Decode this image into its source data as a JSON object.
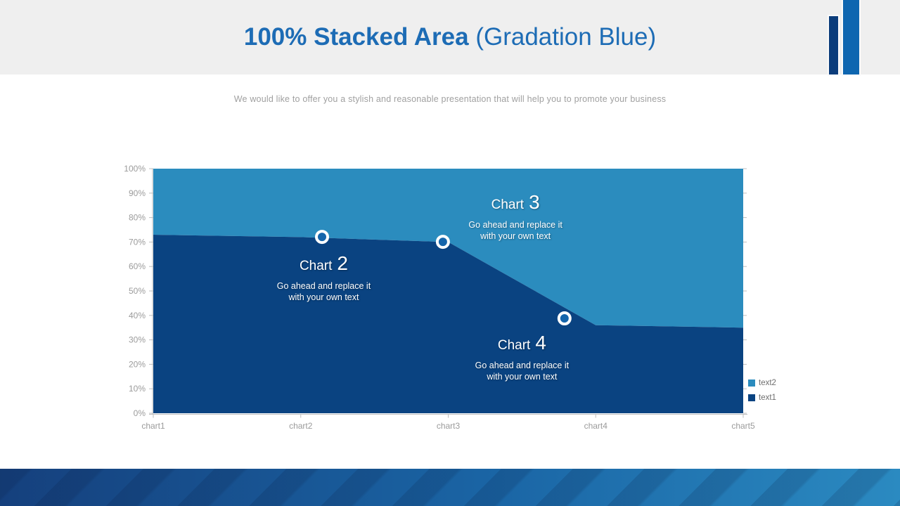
{
  "slide": {
    "title_bold": "100% Stacked Area",
    "title_light": " (Gradation Blue)",
    "subtitle": "We would like to offer you a stylish and reasonable presentation that will help you to promote your business"
  },
  "colors": {
    "title_blue": "#1d6cb5",
    "header_bg": "#efefef",
    "series_text1": "#0a4381",
    "series_text2": "#2b8cbe",
    "marker_fill": "#1565ab",
    "marker_ring": "#ffffff",
    "axis_line": "#bdbdbd",
    "axis_text": "#9b9b9b",
    "legend_text": "#6e6e6e",
    "banner_left": "#15407d",
    "banner_right": "#2b8ac1",
    "deco_bar_dark": "#0c3d7b",
    "deco_bar_blue": "#0e66b0"
  },
  "chart_data": {
    "type": "area",
    "stacked_100": true,
    "title": "",
    "xlabel": "",
    "ylabel": "",
    "categories": [
      "chart1",
      "chart2",
      "chart3",
      "chart4",
      "chart5"
    ],
    "series": [
      {
        "name": "text1",
        "color": "#0a4381",
        "values": [
          73,
          72,
          70,
          36,
          35
        ]
      },
      {
        "name": "text2",
        "color": "#2b8cbe",
        "values": [
          27,
          28,
          30,
          64,
          65
        ]
      }
    ],
    "ylim": [
      0,
      100
    ],
    "y_ticks": [
      "0%",
      "10%",
      "20%",
      "30%",
      "40%",
      "50%",
      "60%",
      "70%",
      "80%",
      "90%",
      "100%"
    ],
    "grid": false,
    "legend_position": "right",
    "legend": [
      {
        "label": "text2",
        "color": "#2b8cbe"
      },
      {
        "label": "text1",
        "color": "#0a4381"
      }
    ]
  },
  "annotations": [
    {
      "label": "Chart",
      "number": "2",
      "line1": "Go ahead and replace it",
      "line2": "with your own text",
      "center_x_frac": 0.289,
      "center_pct": 55.5,
      "marker_x_frac": 0.286,
      "marker_pct": 72.1
    },
    {
      "label": "Chart",
      "number": "3",
      "line1": "Go ahead and replace it",
      "line2": "with your own text",
      "center_x_frac": 0.614,
      "center_pct": 80.5,
      "marker_x_frac": 0.491,
      "marker_pct": 70.1
    },
    {
      "label": "Chart",
      "number": "4",
      "line1": "Go ahead and replace it",
      "line2": "with your own text",
      "center_x_frac": 0.625,
      "center_pct": 23.0,
      "marker_x_frac": 0.697,
      "marker_pct": 38.8
    }
  ]
}
